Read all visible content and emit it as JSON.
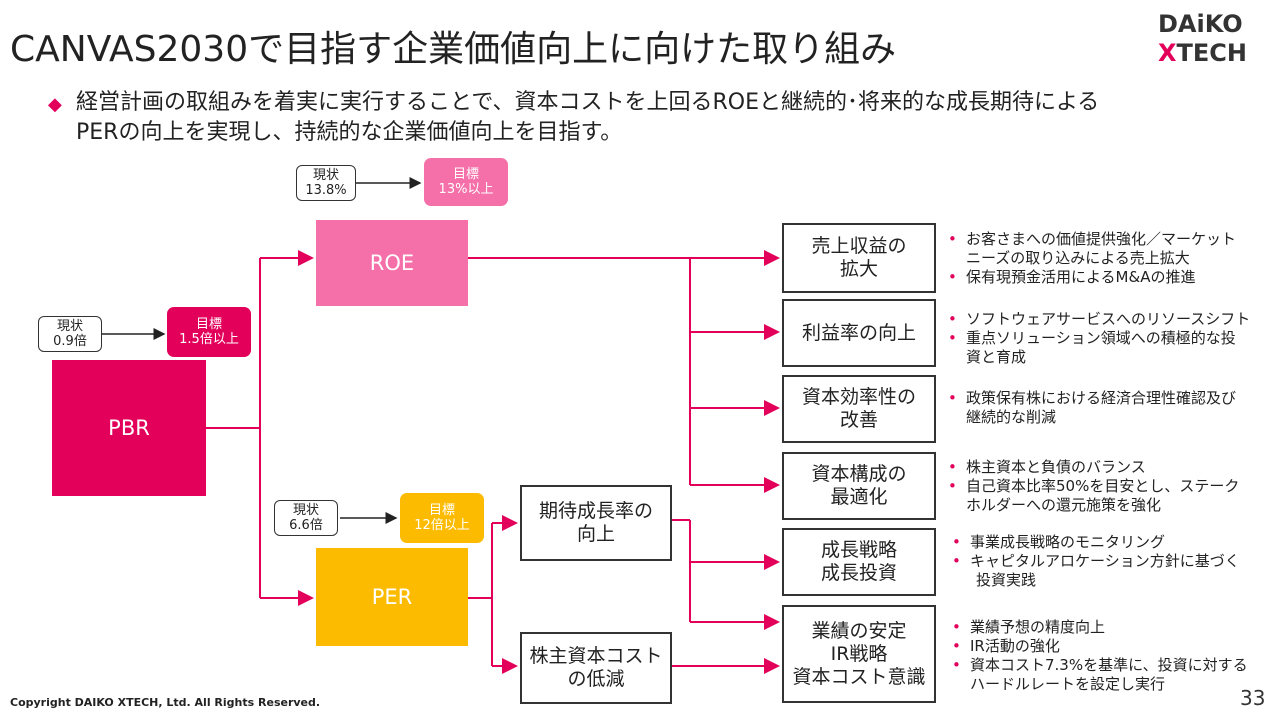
{
  "title": "CANVAS2030で目指す企業価値向上に向けた取り組み",
  "logo": {
    "line1": "DAiKO",
    "x": "X",
    "line2": "TECH"
  },
  "lead": {
    "diamond": "◆",
    "line1": "経営計画の取組みを着実に実行することで、資本コストを上回るROEと継続的･将来的な成長期待による",
    "line2": "PERの向上を実現し、持続的な企業価値向上を目指す。"
  },
  "roe": {
    "current": {
      "label": "現状",
      "value": "13.8%"
    },
    "target": {
      "label": "目標",
      "value": "13%以上"
    },
    "name": "ROE"
  },
  "pbr": {
    "current": {
      "label": "現状",
      "value": "0.9倍"
    },
    "target": {
      "label": "目標",
      "value": "1.5倍以上"
    },
    "name": "PBR"
  },
  "per": {
    "current": {
      "label": "現状",
      "value": "6.6倍"
    },
    "target": {
      "label": "目標",
      "value": "12倍以上"
    },
    "name": "PER"
  },
  "per_drivers": [
    {
      "l1": "期待成長率の",
      "l2": "向上"
    },
    {
      "l1": "株主資本コスト",
      "l2": "の低減"
    }
  ],
  "initiatives": [
    {
      "l1": "売上収益の",
      "l2": "拡大",
      "l3": ""
    },
    {
      "l1": "利益率の向上",
      "l2": "",
      "l3": ""
    },
    {
      "l1": "資本効率性の",
      "l2": "改善",
      "l3": ""
    },
    {
      "l1": "資本構成の",
      "l2": "最適化",
      "l3": ""
    },
    {
      "l1": "成長戦略",
      "l2": "成長投資",
      "l3": ""
    },
    {
      "l1": "業績の安定",
      "l2": "IR戦略",
      "l3": "資本コスト意識"
    }
  ],
  "bullets": [
    [
      "お客さまへの価値提供強化／マーケット",
      "ニーズの取り込みによる売上拡大",
      "保有現預金活用によるM&Aの推進"
    ],
    [
      "ソフトウェアサービスへのリソースシフト",
      "重点ソリューション領域への積極的な投",
      "資と育成"
    ],
    [
      "政策保有株における経済合理性確認及び",
      "継続的な削減"
    ],
    [
      "株主資本と負債のバランス",
      "自己資本比率50%を目安とし、ステーク",
      "ホルダーへの還元施策を強化"
    ],
    [
      "事業成長戦略のモニタリング",
      "キャピタルアロケーション方針に基づく",
      "投資実践"
    ],
    [
      "業績予想の精度向上",
      "IR活動の強化",
      "資本コスト7.3%を基準に、投資に対する",
      "ハードルレートを設定し実行"
    ]
  ],
  "bullet_mark": "•",
  "footer": "Copyright DAIKO XTECH, Ltd. All Rights Reserved.",
  "page_number": "33",
  "colors": {
    "accent": "#e2005a",
    "roe": "#f56fa8",
    "per": "#fdbb00",
    "pbr": "#e2005a"
  }
}
